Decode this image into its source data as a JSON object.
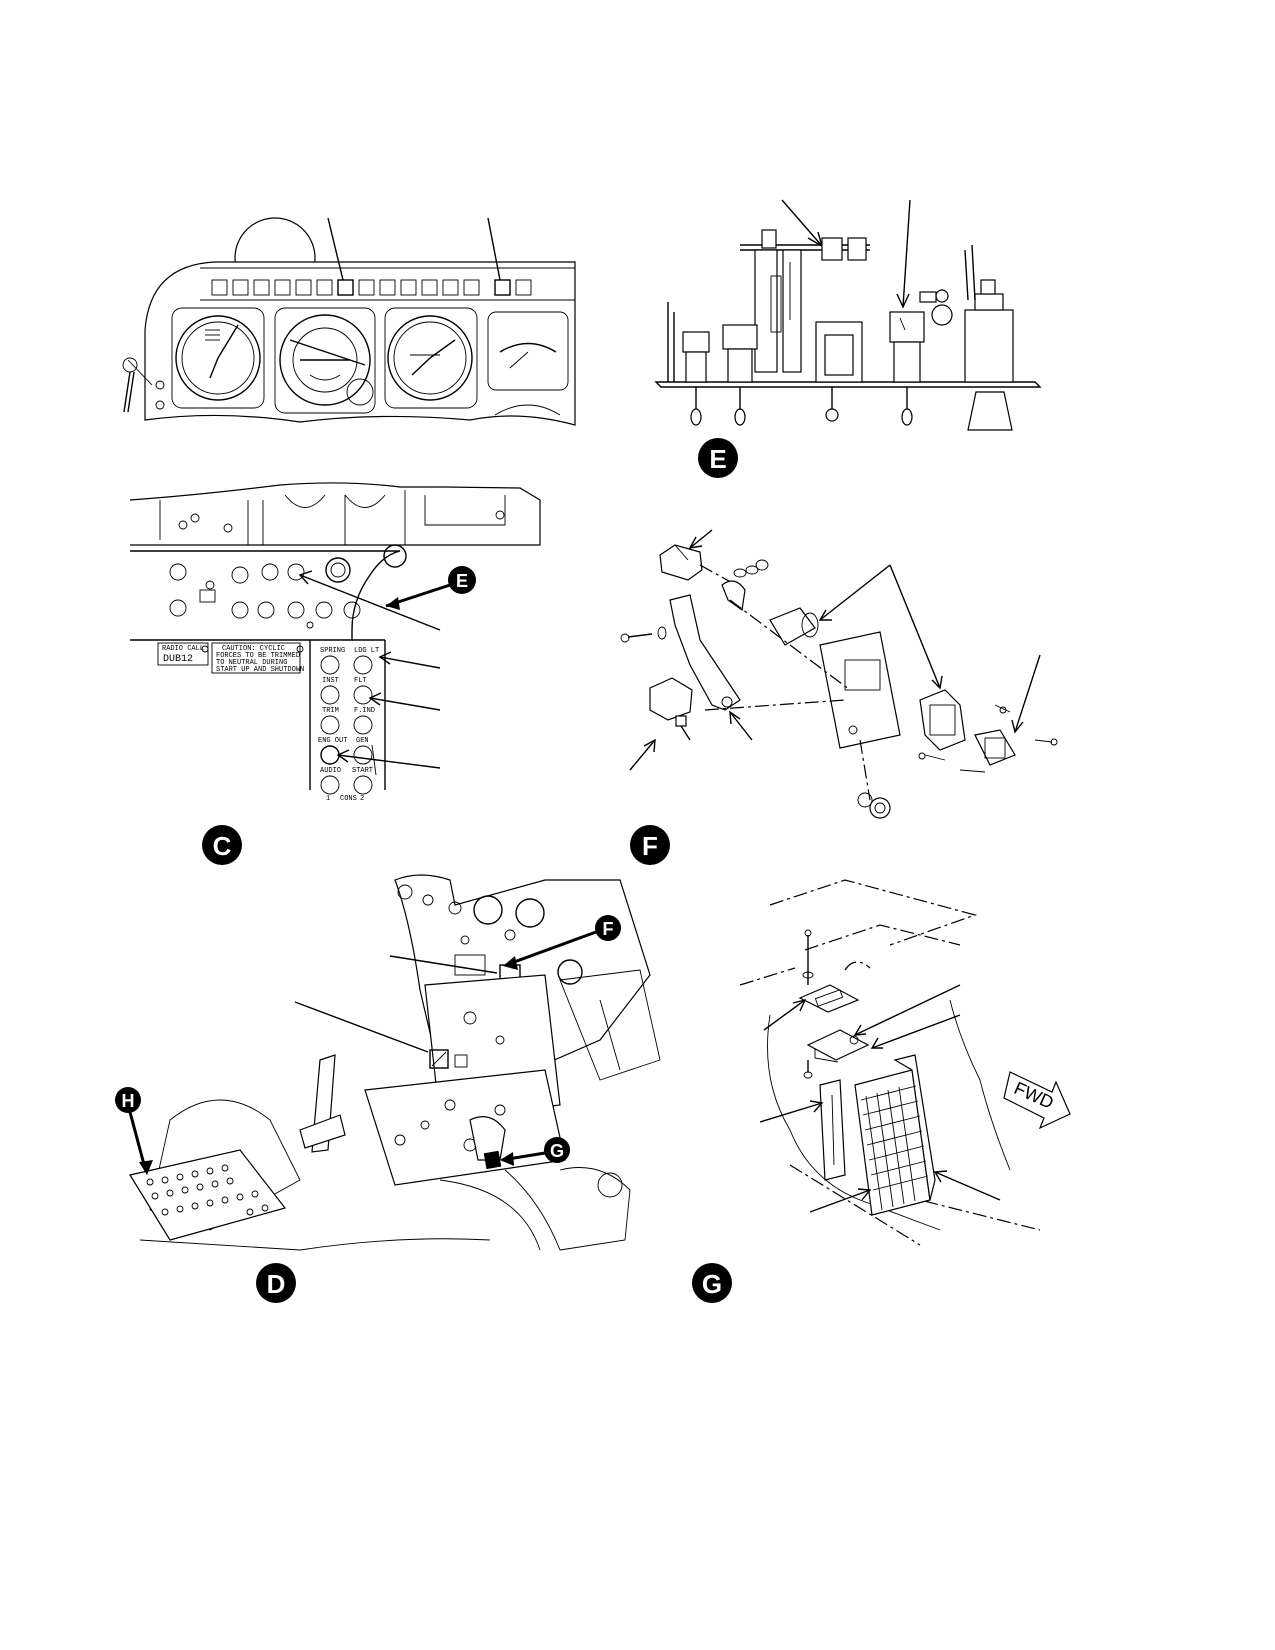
{
  "views": {
    "E": {
      "letter": "E"
    },
    "C": {
      "letter": "C"
    },
    "F": {
      "letter": "F"
    },
    "D": {
      "letter": "D"
    },
    "G": {
      "letter": "G"
    }
  },
  "callouts": {
    "to_E": "E",
    "to_F": "F",
    "to_G": "G",
    "to_H": "H"
  },
  "panel_text": {
    "radio_call_title": "RADIO CALL",
    "radio_call_number": "DUB12",
    "caution_line1": "CAUTION: CYCLIC",
    "caution_line2": "FORCES TO BE TRIMMED",
    "caution_line3": "TO NEUTRAL DURING",
    "caution_line4": "START UP AND SHUTDOWN",
    "breaker_row1_left": "SPRING",
    "breaker_row1_right": "LDG LT",
    "breaker_row2_left": "INST",
    "breaker_row2_right": "FLT",
    "breaker_row3_left": "TRIM",
    "breaker_row3_right": "F.IND",
    "breaker_row4_left": "ENG OUT",
    "breaker_row4_right": "GEN",
    "breaker_row5_left": "AUDIO",
    "breaker_row5_right": "START",
    "breaker_row6_left": "1",
    "breaker_row6_mid": "CONS",
    "breaker_row6_right": "2"
  },
  "arrow_label": "FWD"
}
